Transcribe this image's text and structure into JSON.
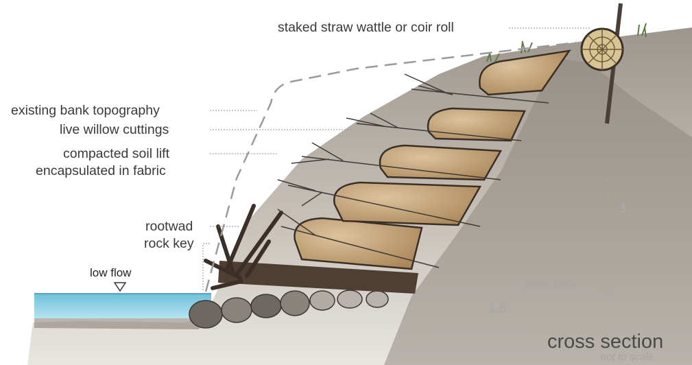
{
  "labels": {
    "wattle": "staked straw wattle or coir roll",
    "bank": "existing bank topography",
    "willow": "live willow cuttings",
    "soil_line1": "compacted soil lift",
    "soil_line2": "encapsulated in fabric",
    "rootwad": "rootwad",
    "rock": "rock key",
    "lowflow": "low flow"
  },
  "slope": {
    "vertical": "1",
    "horizontal": "1.5",
    "caption": "typical slope"
  },
  "title": "cross section",
  "subtitle": "not to scale",
  "colors": {
    "water": "#8fd0e4",
    "earth": "#b9b2a8",
    "soil": "#c2a37a",
    "wood": "#4f3f33",
    "leader": "#8c8c8c"
  }
}
